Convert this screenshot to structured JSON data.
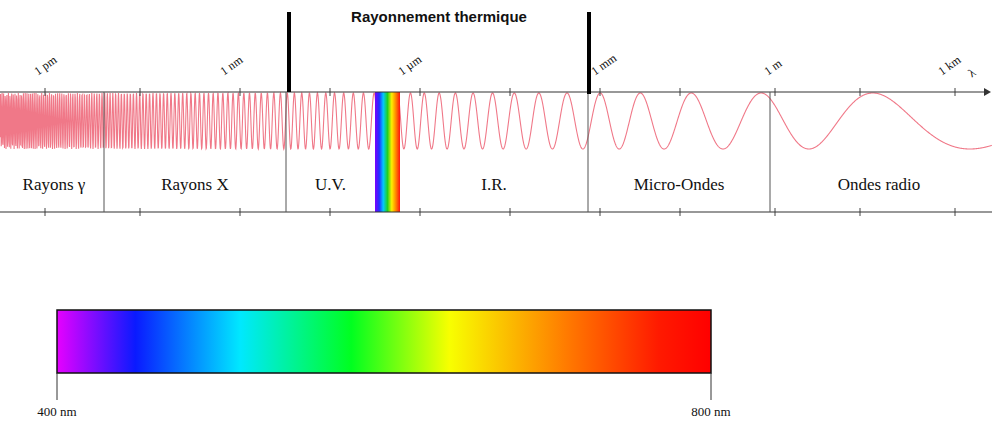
{
  "diagram": {
    "nodes": [
      {
        "text": [
          "Rayons γ"
        ]
      },
      {
        "text": [
          "Rayons X"
        ]
      },
      {
        "text": [
          "U.V."
        ]
      },
      {
        "text": [
          "I.R."
        ]
      },
      {
        "text": [
          "Micro-Ondes"
        ]
      },
      {
        "text": [
          "Ondes radio"
        ]
      }
    ],
    "labels": [
      "Rayonnement thermique",
      "1 pm",
      "1 nm",
      "1 µm",
      "1 mm",
      "1 m",
      "1 km",
      "λ",
      "400 nm",
      "800 nm"
    ]
  }
}
